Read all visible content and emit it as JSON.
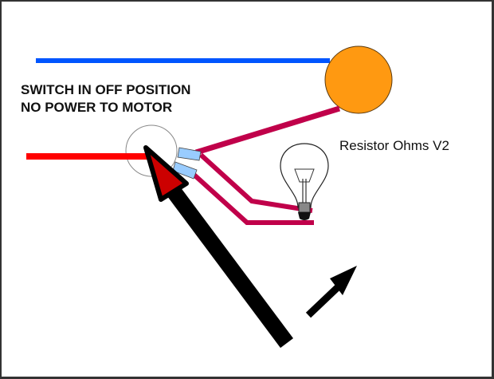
{
  "diagram": {
    "title_line1": "SWITCH IN OFF POSITION",
    "title_line2": "NO POWER TO MOTOR",
    "bulb_label": "Resistor Ohms V2",
    "colors": {
      "supply_wire": "#0055ff",
      "live_wire": "#ff0000",
      "load_wire": "#c0004a",
      "motor": "#ff9911",
      "contact": "#99ccff",
      "lever_tip": "#cc0000",
      "arrow": "#000000"
    },
    "components": [
      "blue supply wire",
      "motor (orange circle)",
      "red live wire",
      "rotary switch",
      "switch contacts",
      "light bulb",
      "switch lever arrow",
      "direction arrow"
    ]
  }
}
